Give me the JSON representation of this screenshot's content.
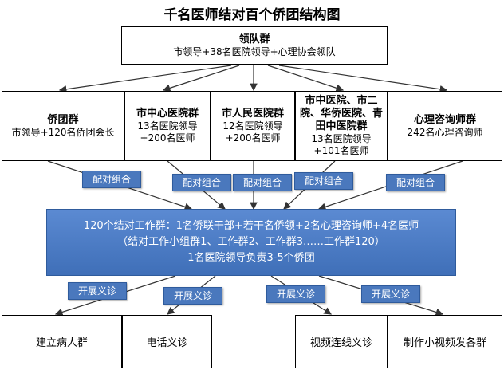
{
  "title": "千名医师结对百个侨团结构图",
  "leader": {
    "name": "领队群",
    "desc": "市领导+38名医院领导+心理协会领队"
  },
  "groups": [
    {
      "name": "侨团群",
      "lines": [
        "市领导+120名侨团会长"
      ]
    },
    {
      "name": "市中心医院群",
      "lines": [
        "13名医院领导",
        "+200名医师"
      ]
    },
    {
      "name": "市人民医院群",
      "lines": [
        "12名医院领导",
        "+200名医师"
      ]
    },
    {
      "name": "市中医院、市二院、华侨医院、青田中医院群",
      "lines": [
        "13名医院领导",
        "+101名医师"
      ]
    },
    {
      "name": "心理咨询师群",
      "lines": [
        "242名心理咨询师"
      ]
    }
  ],
  "pair_label": "配对组合",
  "center": {
    "line1": "120个结对工作群：1名侨联干部+若干名侨领+2名心理咨询师+4名医师",
    "line2": "（结对工作小组群1、工作群2、工作群3……工作群120）",
    "line3": "1名医院领导负责3-5个侨团"
  },
  "service_label": "开展义诊",
  "services": [
    "建立病人群",
    "电话义诊",
    "视频连线义诊",
    "制作小视频发各群"
  ]
}
